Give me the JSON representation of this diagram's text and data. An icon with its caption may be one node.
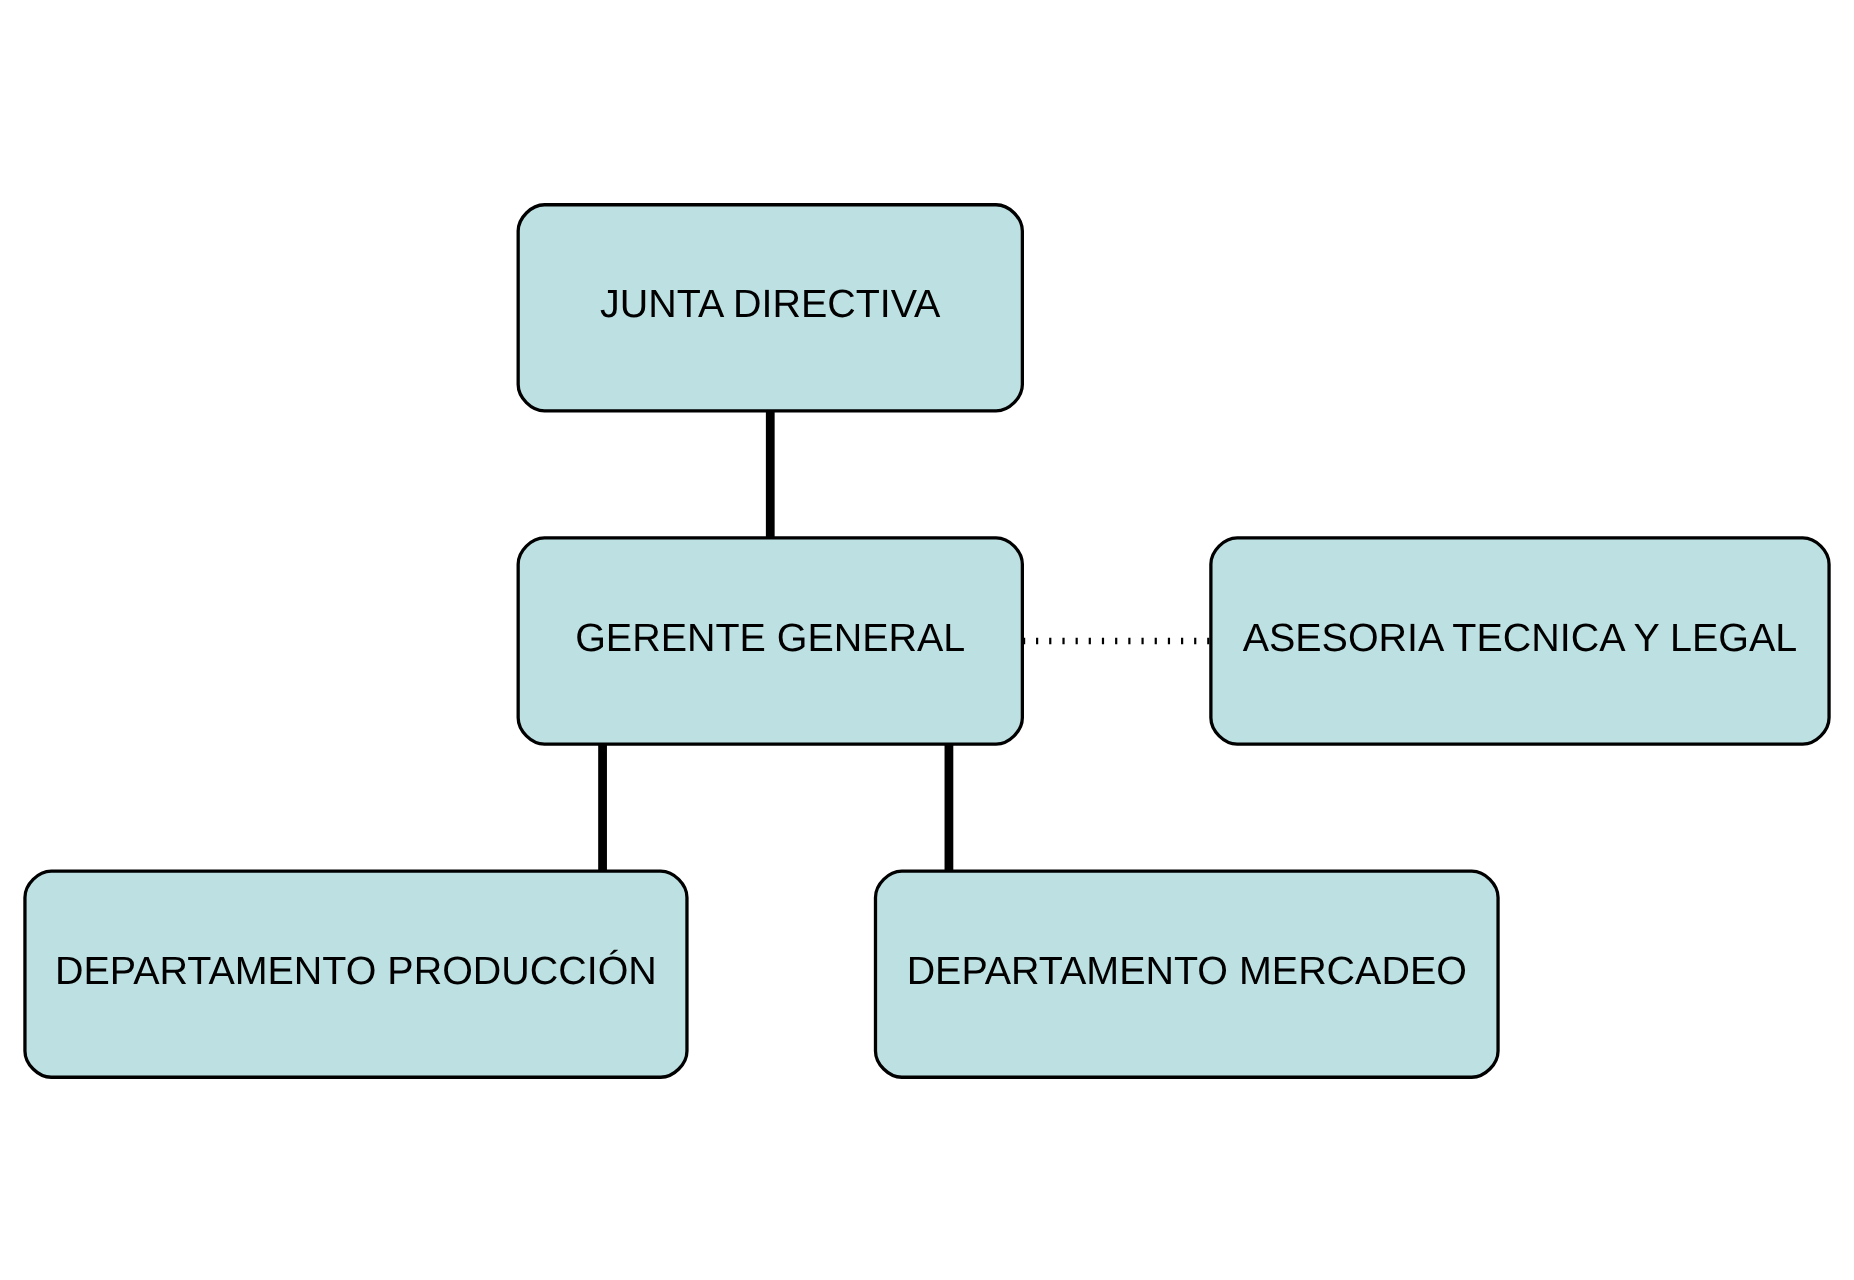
{
  "diagram": {
    "nodes": [
      {
        "text": [
          "JUNTA DIRECTIVA"
        ]
      },
      {
        "text": [
          "GERENTE GENERAL"
        ]
      },
      {
        "text": [
          "ASESORIA TECNICA Y LEGAL"
        ]
      },
      {
        "text": [
          "DEPARTAMENTO PRODUCCIÓN"
        ]
      },
      {
        "text": [
          "DEPARTAMENTO MERCADEO"
        ]
      }
    ],
    "edges": [
      {
        "from": 0,
        "to": 1,
        "arrow": "none"
      },
      {
        "from": 1,
        "to": 2,
        "arrow": "none",
        "style": "dashed"
      },
      {
        "from": 1,
        "to": 3,
        "arrow": "none"
      },
      {
        "from": 1,
        "to": 4,
        "arrow": "none"
      }
    ]
  }
}
